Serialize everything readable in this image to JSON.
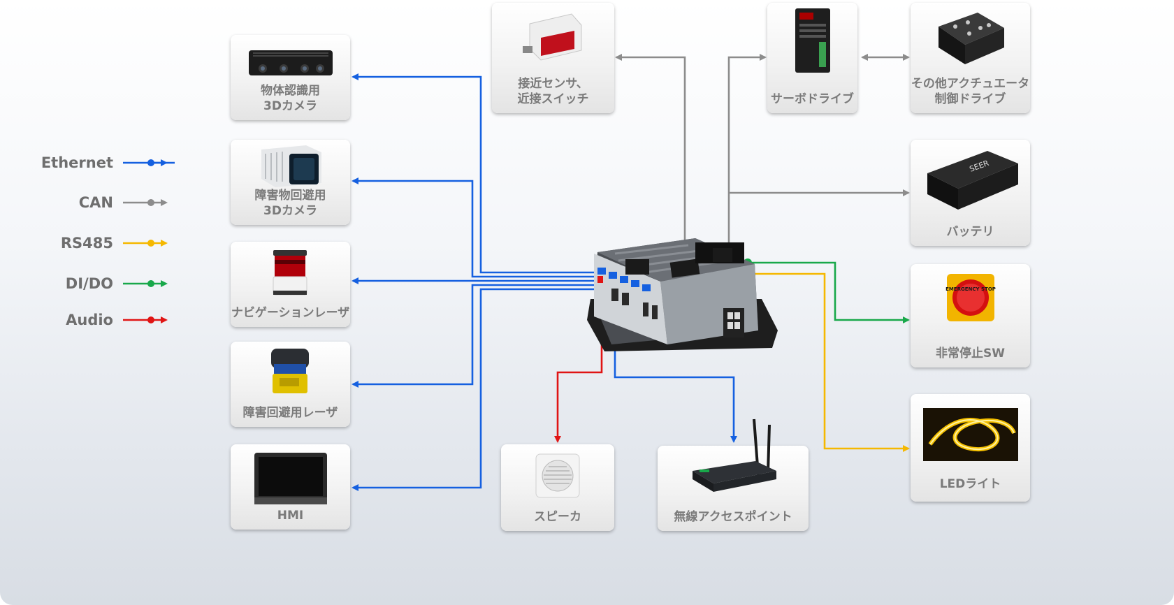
{
  "legend": [
    {
      "label": "Ethernet",
      "color": "#1560e0"
    },
    {
      "label": "CAN",
      "color": "#8c8c8c"
    },
    {
      "label": "RS485",
      "color": "#f5b800"
    },
    {
      "label": "DI/DO",
      "color": "#18a84a"
    },
    {
      "label": "Audio",
      "color": "#e01414"
    }
  ],
  "devices": {
    "camera_object": {
      "line1": "物体認識用",
      "line2": "3Dカメラ",
      "icon": "3d-camera"
    },
    "camera_obstacle": {
      "line1": "障害物回避用",
      "line2": "3Dカメラ",
      "icon": "3d-camera-cube"
    },
    "nav_laser": {
      "line1": "ナビゲーションレーザ",
      "line2": "",
      "icon": "lidar"
    },
    "obstacle_laser": {
      "line1": "障害回避用レーザ",
      "line2": "",
      "icon": "safety-laser-scanner"
    },
    "hmi": {
      "line1": "HMI",
      "line2": "",
      "icon": "touch-panel"
    },
    "proximity_sensor": {
      "line1": "接近センサ、",
      "line2": "近接スイッチ",
      "icon": "photo-sensor"
    },
    "servo_drive": {
      "line1": "サーボドライブ",
      "line2": "",
      "icon": "servo-drive"
    },
    "actuator_drive": {
      "line1": "その他アクチュエータ",
      "line2": "制御ドライブ",
      "icon": "motor-controller"
    },
    "battery": {
      "line1": "バッテリ",
      "line2": "",
      "icon": "battery-pack",
      "brand": "SEER"
    },
    "estop": {
      "line1": "非常停止SW",
      "line2": "",
      "icon": "emergency-stop-button",
      "button_text": "EMERGENCY STOP"
    },
    "led": {
      "line1": "LEDライト",
      "line2": "",
      "icon": "led-strip"
    },
    "speaker": {
      "line1": "スピーカ",
      "line2": "",
      "icon": "speaker"
    },
    "wireless_ap": {
      "line1": "無線アクセスポイント",
      "line2": "",
      "icon": "wifi-router"
    }
  },
  "controller": {
    "icon": "robot-controller"
  },
  "colors": {
    "ethernet": "#1560e0",
    "can": "#8c8c8c",
    "rs485": "#f5b800",
    "dido": "#18a84a",
    "audio": "#e01414",
    "label_text": "#7a7a7a"
  }
}
